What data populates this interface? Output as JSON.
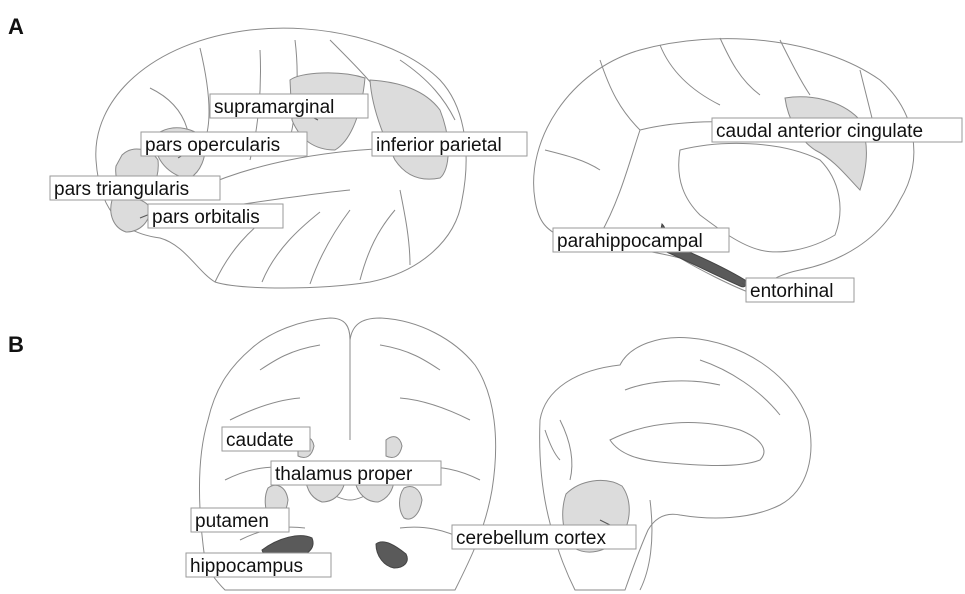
{
  "panels": {
    "a": "A",
    "b": "B"
  },
  "labels": {
    "supramarginal": "supramarginal",
    "pars_opercularis": "pars opercularis",
    "inferior_parietal": "inferior parietal",
    "pars_triangularis": "pars triangularis",
    "pars_orbitalis": "pars orbitalis",
    "caudal_anterior_cingulate": "caudal anterior cingulate",
    "parahippocampal": "parahippocampal",
    "entorhinal": "entorhinal",
    "caudate": "caudate",
    "thalamus_proper": "thalamus proper",
    "putamen": "putamen",
    "hippocampus": "hippocampus",
    "cerebellum_cortex": "cerebellum cortex"
  },
  "colors": {
    "highlight_light": "#dcdcdc",
    "highlight_dark": "#5a5a5a",
    "outline": "#8a8a8a"
  }
}
